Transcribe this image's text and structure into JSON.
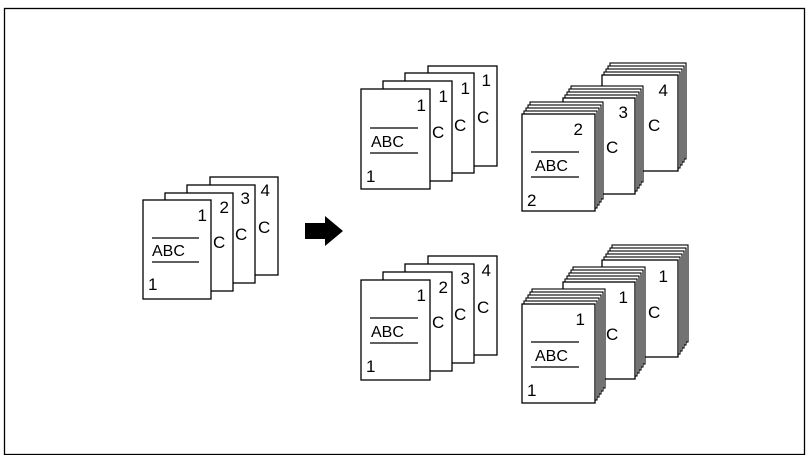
{
  "diagram": {
    "colors": {
      "stroke": "#000000",
      "paper": "#ffffff",
      "ink": "#000000"
    },
    "original_set": {
      "pages": [
        "1",
        "2",
        "3",
        "4"
      ],
      "front_title": "ABC",
      "front_corner": "1"
    },
    "arrow_icon": "right-arrow-icon",
    "outputs": [
      {
        "id": "group-top-left",
        "pages": [
          "1",
          "1",
          "1",
          "1"
        ],
        "front_title": "ABC",
        "front_corner": "1"
      },
      {
        "id": "group-top-right",
        "pages": [
          "2",
          "3",
          "4"
        ],
        "front_title": "ABC",
        "front_corner": "2"
      },
      {
        "id": "group-bottom-left",
        "pages": [
          "1",
          "2",
          "3",
          "4"
        ],
        "front_title": "ABC",
        "front_corner": "1"
      },
      {
        "id": "group-bottom-right",
        "pages": [
          "1",
          "1",
          "1"
        ],
        "front_title": "ABC",
        "front_corner": "1"
      }
    ]
  }
}
